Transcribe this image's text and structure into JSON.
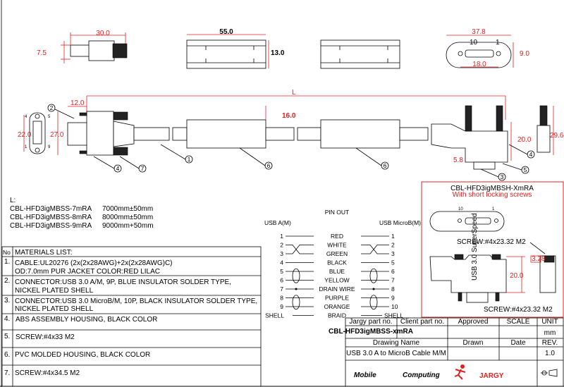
{
  "dimensions": {
    "usb_a_length": "30.0",
    "usb_a_height": "7.5",
    "overmold_length": "55.0",
    "overmold_height": "13.0",
    "microb_width": "37.8",
    "microb_height": "9.0",
    "microb_screw_pitch": "18.0",
    "microb_pin_left": "10",
    "microb_pin_right": "1",
    "cable_length": "L",
    "usb_a_plug": "12.0",
    "usb_a_face_height": "22.0",
    "usb_a_body_height": "27.0",
    "usb_a_pins": [
      "4",
      "5",
      "1",
      "9"
    ],
    "overmold_diameter": "16.0",
    "microb_body_height": "20.0",
    "microb_screw_length": "29.6",
    "microb_screw_protrusion": "5.8"
  },
  "callouts": [
    "1",
    "2",
    "3",
    "4",
    "5",
    "6",
    "7"
  ],
  "length_table": {
    "label": "L:",
    "rows": [
      {
        "part": "CBL-HFD3igMBSS-7mRA",
        "length": "7000mm±50mm"
      },
      {
        "part": "CBL-HFD3igMBSS-8mRA",
        "length": "8000mm±50mm"
      },
      {
        "part": "CBL-HFD3igMBSS-9mRA",
        "length": "9000mm+50mm"
      }
    ]
  },
  "materials": {
    "header_no": "No",
    "header_title": "MATERIALS LIST:",
    "items": [
      {
        "no": "1.",
        "lines": [
          "CABLE:UL20276 (2x(2x28AWG)+2x(2x28AWG)C)",
          "OD:7.0mm  PUR JACKET COLOR:RED LILAC"
        ]
      },
      {
        "no": "2.",
        "lines": [
          "CONNECTOR:USB 3.0 A/M, 9P, BLUE INSULATOR SOLDER TYPE,",
          "NICKEL PLATED SHELL"
        ]
      },
      {
        "no": "3.",
        "lines": [
          "CONNECTOR:USB 3.0 MicroB/M, 10P, BLACK INSULATOR SOLDER TYPE,",
          "NICKEL PLATED SHELL"
        ]
      },
      {
        "no": "4.",
        "lines": [
          "ABS ASSEMBLY HOUSING, BLACK COLOR"
        ]
      },
      {
        "no": "5.",
        "lines": [
          "SCREW:#4x33 M2"
        ]
      },
      {
        "no": "6.",
        "lines": [
          "PVC MOLDED HOUSING, BLACK COLOR"
        ]
      },
      {
        "no": "7.",
        "lines": [
          "SCREW:#4x34.5 M2"
        ]
      }
    ]
  },
  "pinout": {
    "title": "PIN OUT",
    "left_header": "USB A(M)",
    "right_header": "USB MicroB(M)",
    "rows": [
      {
        "a": "1",
        "wire": "RED",
        "b": "1"
      },
      {
        "a": "2",
        "wire": "WHITE",
        "b": "2"
      },
      {
        "a": "3",
        "wire": "GREEN",
        "b": "3"
      },
      {
        "a": "4",
        "wire": "BLACK",
        "b": "5"
      },
      {
        "a": "5",
        "wire": "BLUE",
        "b": "6"
      },
      {
        "a": "6",
        "wire": "YELLOW",
        "b": "7"
      },
      {
        "a": "7",
        "wire": "DRAIN WIRE",
        "b": "8"
      },
      {
        "a": "8",
        "wire": "PURPLE",
        "b": "9"
      },
      {
        "a": "9",
        "wire": "ORANGE",
        "b": "10"
      },
      {
        "a": "SHELL",
        "wire": "BRAID",
        "b": "SHELL"
      }
    ]
  },
  "variant": {
    "title": "CBL-HFD3igMBSH-XmRA",
    "subtitle": "With short locking screws",
    "pin_left": "10",
    "pin_right": "1",
    "screw_top": "SCREW:#4x23.32 M2",
    "screw_bottom": "SCREW:#4x23.32 M2",
    "height": "20.0",
    "screw_height": "3.28",
    "housing_text": "USB 3.0 SuperSpeed"
  },
  "title_block": {
    "jargy_part_label": "Jargy part no.",
    "client_part_label": "Client part no.",
    "approved_label": "Approved",
    "scale_label": "SCALE",
    "unit_label": "UNIT",
    "jargy_part_value": "CBL-HFD3igMBSS-xmRA",
    "unit_value": "mm",
    "drawing_name_label": "Drawing Name",
    "drawn_label": "Drawn",
    "date_label": "Date",
    "rev_label": "REV.",
    "drawing_name_value": "USB 3.0 A to MicroB Cable M/M",
    "rev_value": "1.0",
    "logo_mobile": "Mobile",
    "logo_computing": "Computing",
    "logo_jargy": "JARGY"
  },
  "colors": {
    "dimension": "#e02020",
    "line": "#000000"
  }
}
